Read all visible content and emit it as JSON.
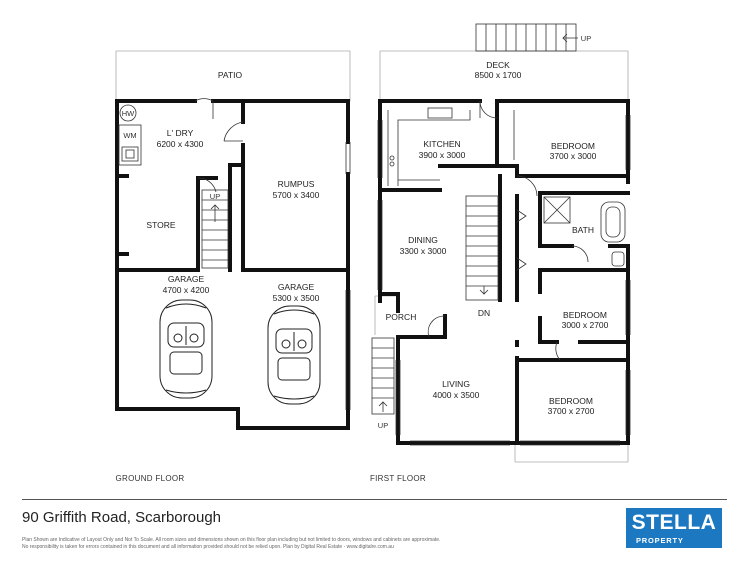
{
  "floor_plan": {
    "ground_floor": {
      "title": "GROUND FLOOR",
      "patio": "PATIO",
      "hw": "HW",
      "wm": "WM",
      "laundry": {
        "name": "L' DRY",
        "size": "6200 x 4300"
      },
      "rumpus": {
        "name": "RUMPUS",
        "size": "5700 x 3400"
      },
      "store": "STORE",
      "stairs_up": "UP",
      "garage_left": {
        "name": "GARAGE",
        "size": "4700 x 4200"
      },
      "garage_right": {
        "name": "GARAGE",
        "size": "5300 x 3500"
      }
    },
    "first_floor": {
      "title": "FIRST FLOOR",
      "deck": {
        "name": "DECK",
        "size": "8500 x 1700"
      },
      "deck_stairs_up": "UP",
      "kitchen": {
        "name": "KITCHEN",
        "size": "3900 x 3000"
      },
      "bedroom_1": {
        "name": "BEDROOM",
        "size": "3700 x 3000"
      },
      "dining": {
        "name": "DINING",
        "size": "3300 x 3000"
      },
      "bath": "BATH",
      "bedroom_2": {
        "name": "BEDROOM",
        "size": "3000 x 2700"
      },
      "porch": "PORCH",
      "stairs_down": "DN",
      "living": {
        "name": "LIVING",
        "size": "4000 x 3500"
      },
      "bedroom_3": {
        "name": "BEDROOM",
        "size": "3700 x 2700"
      },
      "porch_stairs_up": "UP"
    }
  },
  "footer": {
    "address": "90 Griffith Road, Scarborough",
    "disclaimer_1": "Plan Shown are Indicative of Layout Only and Not To Scale. All room sizes and dimensions shown on this floor plan including but not limited to doors, windows and cabinets are approximate.",
    "disclaimer_2": "No responsibility is taken for errors contained in this document and all information provided should not be relied upon. Plan by Digital Real Estate - www.digitalre.com.au",
    "logo_name": "STELLA",
    "logo_sub": "PROPERTY"
  },
  "colors": {
    "wall": "#111111",
    "logo_blue": "#1c78c0"
  }
}
